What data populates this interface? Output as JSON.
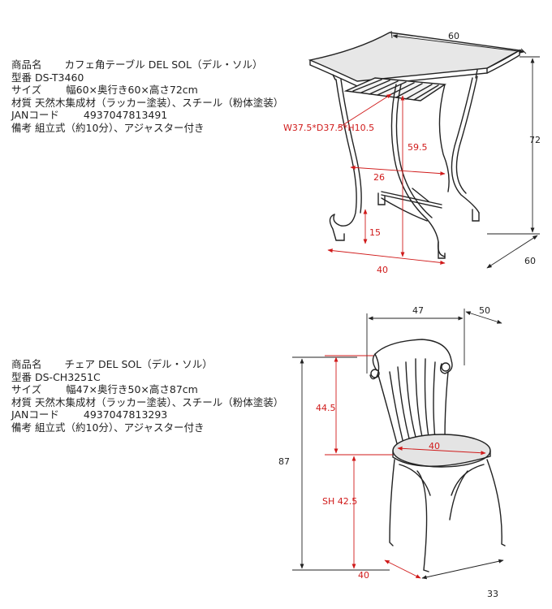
{
  "table": {
    "spec": {
      "name_label": "商品名",
      "name_value": "カフェ角テーブル DEL SOL（デル・ソル）",
      "model_label": "型番",
      "model_value": "DS-T3460",
      "size_label": "サイズ",
      "size_value": "幅60×奥行き60×高さ72cm",
      "material_label": "材質",
      "material_value": "天然木集成材（ラッカー塗装）、スチール（粉体塗装）",
      "jan_label": "JANコード",
      "jan_value": "4937047813491",
      "note_label": "備考",
      "note_value": "組立式（約10分）、アジャスター付き"
    },
    "dims": {
      "top_width": "60",
      "height": "72",
      "depth": "60",
      "shelf": "W37.5*D37.5*H10.5",
      "inner_height": "59.5",
      "inner_width": "26",
      "foot_height": "15",
      "leg_span": "40"
    }
  },
  "chair": {
    "spec": {
      "name_label": "商品名",
      "name_value": "チェア DEL SOL（デル・ソル）",
      "model_label": "型番",
      "model_value": "DS-CH3251C",
      "size_label": "サイズ",
      "size_value": "幅47×奥行き50×高さ87cm",
      "material_label": "材質",
      "material_value": "天然木集成材（ラッカー塗装）、スチール（粉体塗装）",
      "jan_label": "JANコード",
      "jan_value": "4937047813293",
      "note_label": "備考",
      "note_value": "組立式（約10分）、アジャスター付き"
    },
    "dims": {
      "width": "47",
      "depth": "50",
      "back_height": "44.5",
      "total_height": "87",
      "seat_diameter": "40",
      "seat_height": "SH 42.5",
      "base_width": "40",
      "base_depth": "33"
    }
  },
  "colors": {
    "dimension_red": "#d01a1a",
    "line": "#222222"
  }
}
